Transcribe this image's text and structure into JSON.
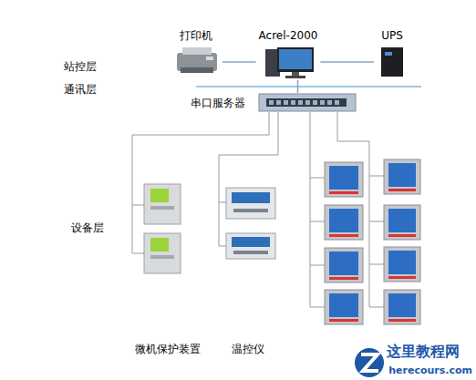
{
  "diagram": {
    "nodes": [
      {
        "text": [
          "打印机"
        ]
      },
      {
        "text": [
          "Acrel-2000"
        ]
      },
      {
        "text": [
          "UPS"
        ]
      },
      {
        "text": [
          "串口服务器"
        ]
      },
      {
        "text": [
          "微机保护装置"
        ]
      },
      {
        "text": [
          "温控仪"
        ]
      }
    ],
    "edges": [
      {
        "from": 0,
        "to": 1,
        "arrow": "none"
      },
      {
        "from": 1,
        "to": 2,
        "arrow": "none"
      },
      {
        "from": 1,
        "to": 3,
        "arrow": "none"
      },
      {
        "from": 3,
        "to": 4,
        "arrow": "none"
      },
      {
        "from": 3,
        "to": 5,
        "arrow": "none"
      }
    ],
    "labels": [
      "站控层",
      "通讯层",
      "设备层",
      "这里教程网",
      "herecours.com"
    ]
  }
}
